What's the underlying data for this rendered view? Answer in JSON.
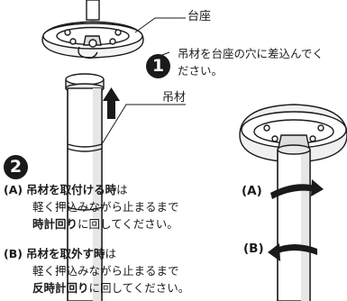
{
  "labels": {
    "base": "台座",
    "pipe": "吊材"
  },
  "step1": {
    "number": "1",
    "text": "吊材を台座の穴に差込んでください。"
  },
  "step2": {
    "number": "2",
    "a": {
      "tag": "(A)",
      "title_bold": "吊材を取付ける時",
      "title_suffix": "は",
      "line2": "軽く押込みながら止まるまで",
      "line3_bold": "時計回り",
      "line3_rest": "に回してください。"
    },
    "b": {
      "tag": "(B)",
      "title_bold": "吊材を取外す時",
      "title_suffix": "は",
      "line2": "軽く押込みながら止まるまで",
      "line3_bold": "反時計回り",
      "line3_rest": "に回してください。"
    }
  },
  "diagram_right": {
    "label_a": "(A)",
    "label_b": "(B)"
  }
}
